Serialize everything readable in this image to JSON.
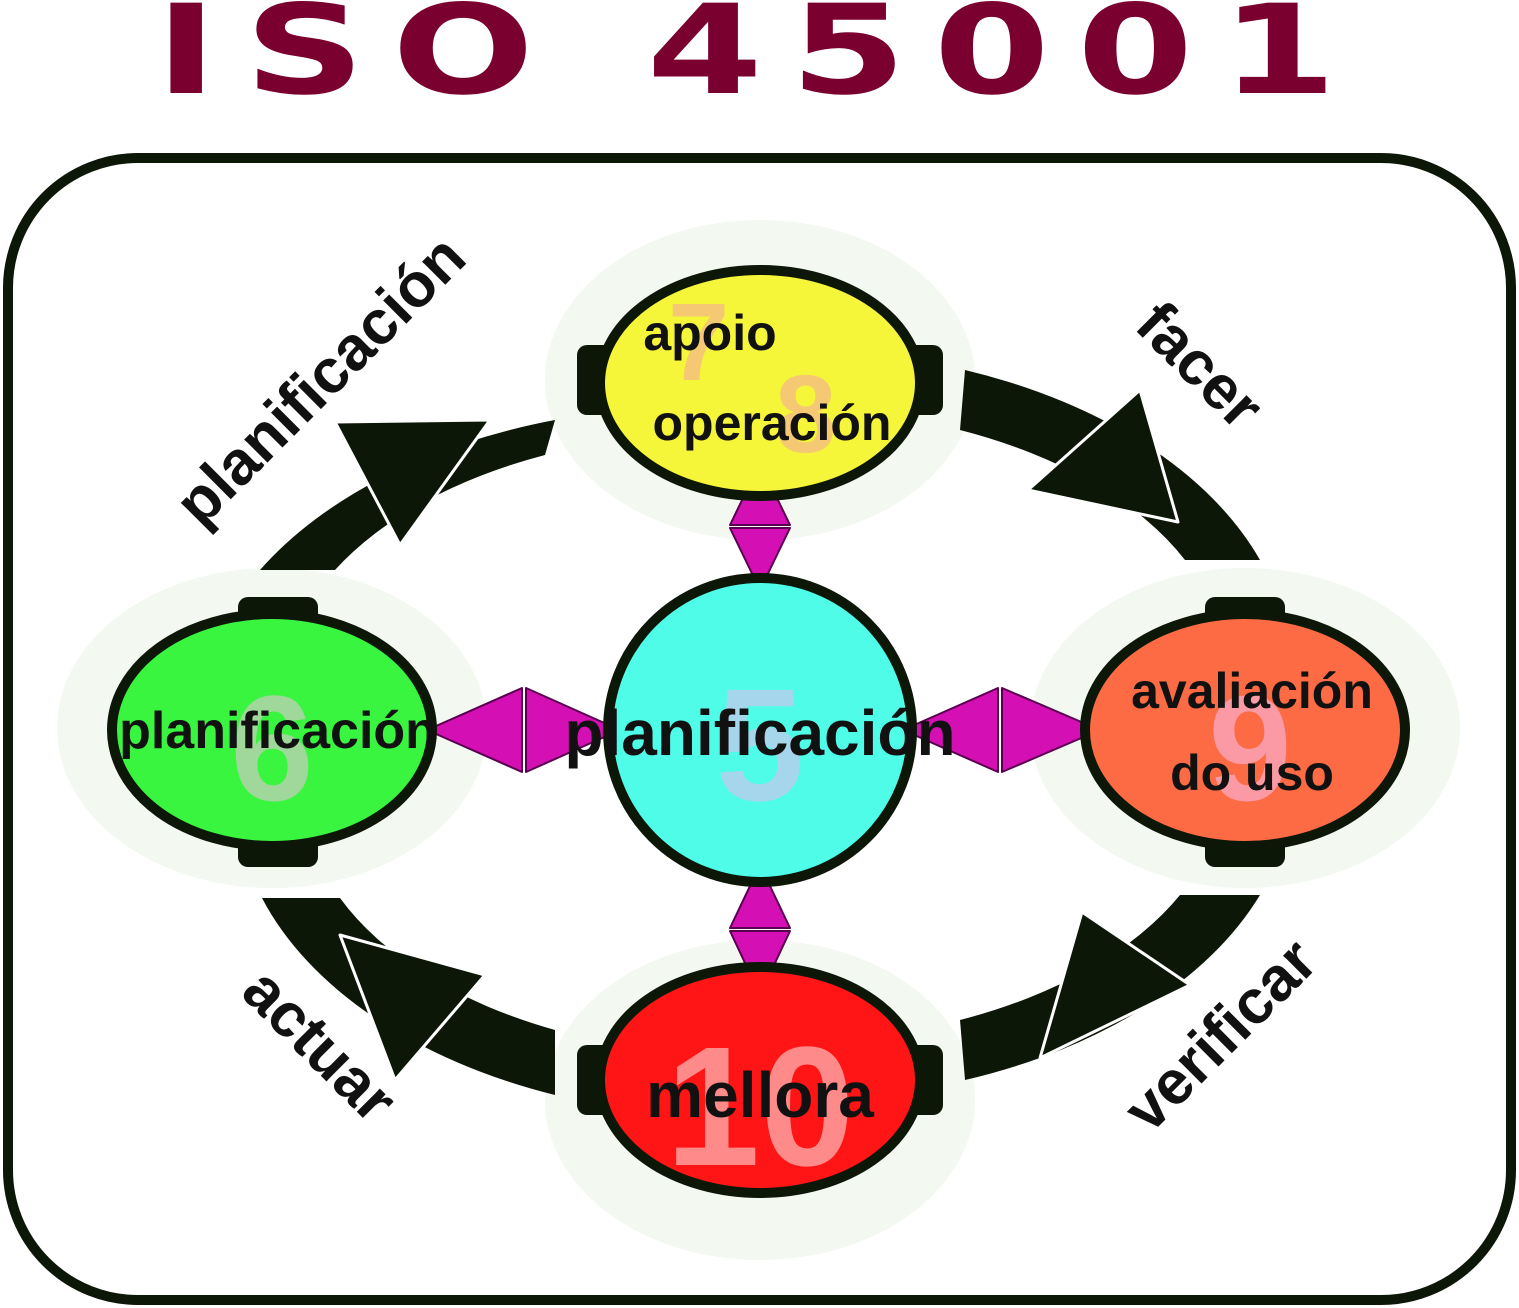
{
  "title": "ISO 45001",
  "phases": {
    "top_left": "planificación",
    "top_right": "facer",
    "bottom_right": "verificar",
    "bottom_left": "actuar"
  },
  "nodes": {
    "top": {
      "num_a": "7",
      "num_b": "8",
      "line1": "apoio",
      "line2": "operación",
      "fill": "#f5f53a"
    },
    "left": {
      "num": "6",
      "label": "planificación",
      "fill": "#3af53f"
    },
    "center": {
      "num": "5",
      "label": "planificación",
      "fill": "#4efce8"
    },
    "right": {
      "num": "9",
      "line1": "avaliación",
      "line2": "do uso",
      "fill": "#fd6b44"
    },
    "bottom": {
      "num": "10",
      "label": "mellora",
      "fill": "#ff1515"
    }
  },
  "colors": {
    "title": "#7a0030",
    "ring": "#0d1708",
    "connector": "#d40fb4",
    "frame": "#0d1708"
  }
}
